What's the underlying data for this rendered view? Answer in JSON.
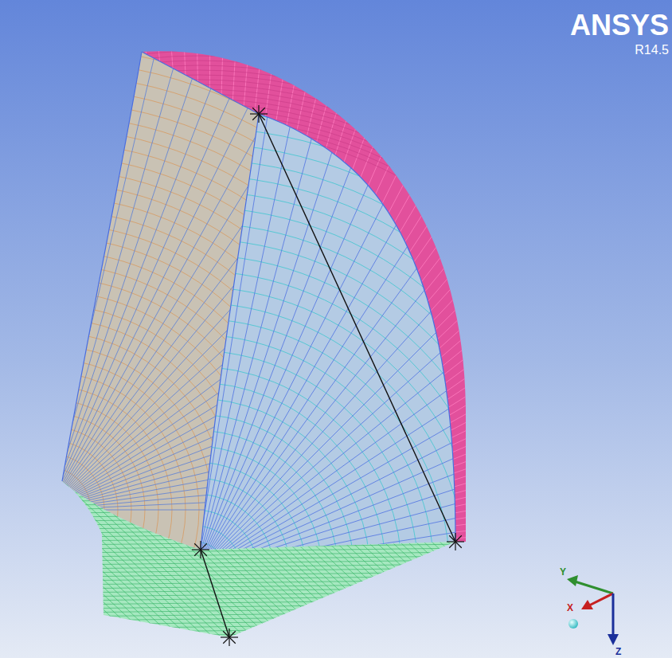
{
  "diagram": {
    "labels": [
      "ANSYS",
      "R14.5",
      "Y",
      "X",
      "Z"
    ]
  }
}
